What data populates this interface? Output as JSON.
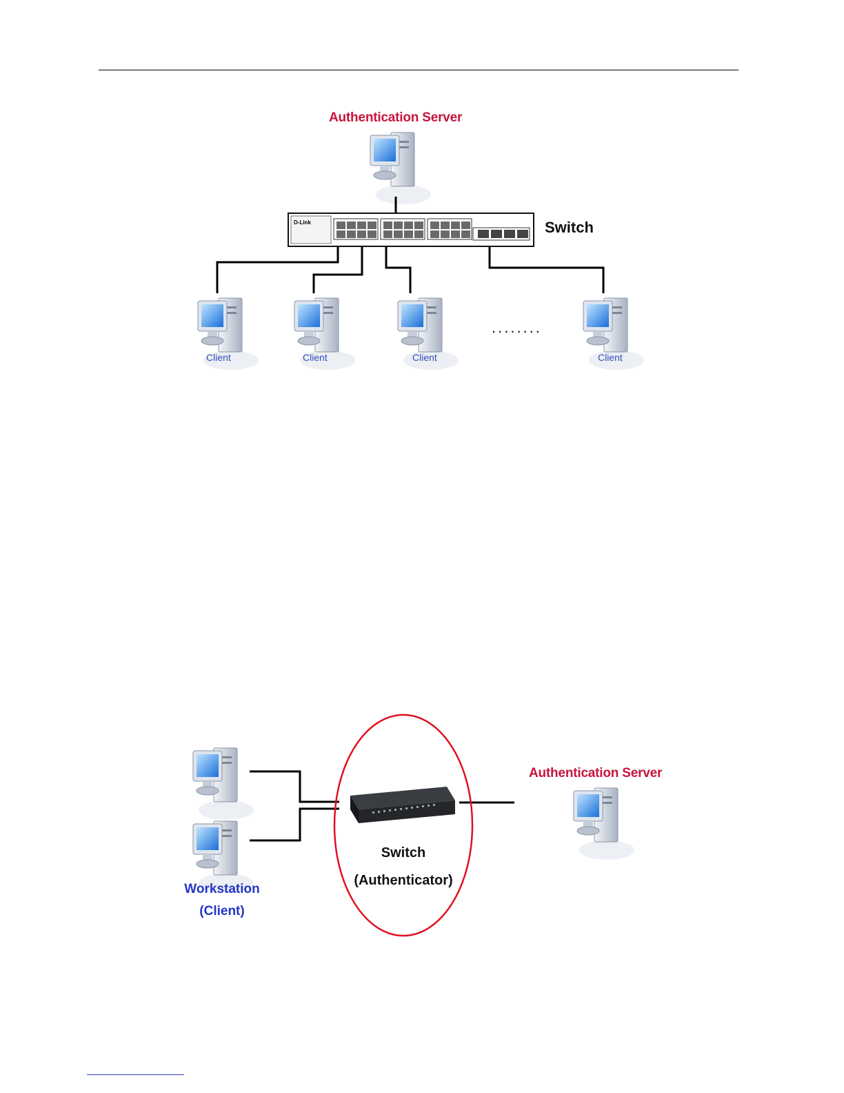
{
  "diagram1": {
    "server_label": "Authentication Server",
    "switch_label": "Switch",
    "switch_brand": "D-Link",
    "client_label": "Client",
    "clients": [
      {
        "label": "Client"
      },
      {
        "label": "Client"
      },
      {
        "label": "Client"
      },
      {
        "label": "Client"
      }
    ],
    "ellipsis": "........"
  },
  "diagram2": {
    "server_label": "Authentication Server",
    "switch_label": "Switch",
    "authenticator_label": "(Authenticator)",
    "workstation_label": "Workstation",
    "client_label": "(Client)"
  },
  "colors": {
    "server_label": "#c8143c",
    "workstation_label": "#2435c4",
    "client_label": "#3050b8",
    "authenticator_ellipse": "#e01020"
  }
}
